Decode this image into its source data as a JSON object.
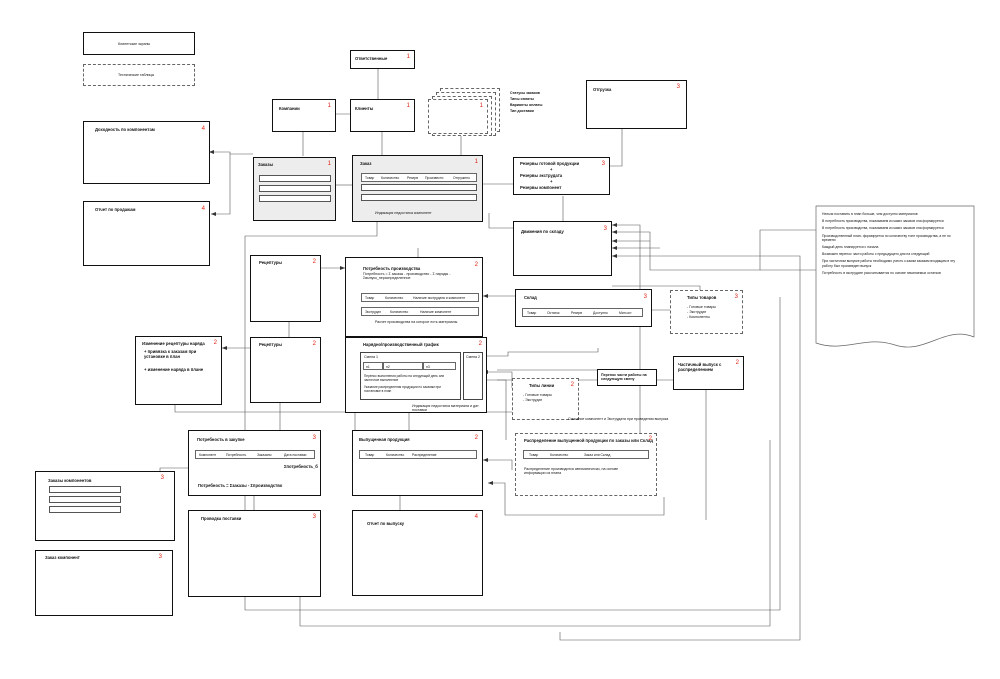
{
  "legend": {
    "main_screens": "Клиентские экраны",
    "tech_tables": "Технические таблицы"
  },
  "boxes": {
    "responsible": {
      "title": "Ответственные",
      "num": "1"
    },
    "companies": {
      "title": "Компании",
      "num": "1"
    },
    "clients": {
      "title": "Клиенты",
      "num": "1"
    },
    "lookups": {
      "num": "1",
      "items": [
        "Статусы заказов",
        "Типы оплаты",
        "Варианты оплаты",
        "Тип доставки"
      ]
    },
    "shipping": {
      "title": "Отгрузка",
      "num": "3"
    },
    "component_profit": {
      "title": "Доходность по компонентам",
      "num": "4"
    },
    "sales_report": {
      "title": "Отчет по продажам",
      "num": "4"
    },
    "orders": {
      "title": "Заказы",
      "num": "1"
    },
    "order": {
      "title": "Заказ",
      "num": "1",
      "cols": [
        "Товар",
        "Количество",
        "Резерв",
        "Произвести",
        "Отгружено"
      ],
      "footer": "Индикация недостатка компонент"
    },
    "reserves": {
      "num": "3",
      "items": [
        "Резервы готовой продукции",
        "+",
        "Резервы экструдата",
        "+",
        "Резервы компонент"
      ]
    },
    "stock_moves": {
      "title": "Движения по складу",
      "num": "3"
    },
    "recipes1": {
      "title": "Рецептуры",
      "num": "2"
    },
    "production_need": {
      "title": "Потребность производства",
      "num": "2",
      "subtitle": "Потребность = Σ заказы - производство - Σ наряды - Σвыпуск_нераспределенное",
      "row1": [
        "Товар",
        "Количество",
        "Наличие экструдата и компонент"
      ],
      "row2": [
        "Экструдат",
        "Количество",
        "Наличие компонент"
      ],
      "footer": "Расчет производства на которое есть материалы"
    },
    "stock": {
      "title": "Склад",
      "num": "3",
      "cols": [
        "Товар",
        "Остаток",
        "Резерв",
        "Доступно",
        "Мин.ост"
      ]
    },
    "goods_types_top": {
      "title": "Типы товаров",
      "num": "3",
      "items": [
        "- Готовые товары",
        "- Экструдат",
        "- Компоненты"
      ]
    },
    "recipe_change": {
      "title": "Изменение рецептуры наряда",
      "num": "2",
      "items": [
        "+ привязка к заказам при установке в план",
        "+ изменение наряда в плане"
      ]
    },
    "recipes2": {
      "title": "Рецептуры",
      "num": "2"
    },
    "work_schedule": {
      "title": "Нарядно/производственный график",
      "num": "2",
      "shift1": "Смена 1",
      "shift2": "Смена 2",
      "slots": [
        "н1",
        "н2",
        "н3"
      ],
      "text1": "Перенос выполнения работы на следующий день или частичное выполнение",
      "text2": "Указание распределения продукции по заказам при постановке в план",
      "bottom": "Индикация недостатка материала и дат поставки"
    },
    "line_types": {
      "title": "Типы линии",
      "num": "2",
      "items": [
        "- Готовые товары",
        "- Экструдат"
      ]
    },
    "transfer_next": {
      "title": "Перенос части работы на следующую смену"
    },
    "partial_release": {
      "title": "Частичный выпуск с распределением",
      "num": "2"
    },
    "writeoff_note": "Списание компонент и Экструдата при проведении выпуска",
    "purchase_need": {
      "title": "Потребность в закупке",
      "num": "3",
      "cols": [
        "Компонент",
        "Потребность",
        "Заказано",
        "Дата поставки"
      ],
      "extra": "Σпотребность_б",
      "footer": "Потребность = Σзаказы - Σпроизводство"
    },
    "released": {
      "title": "Выпущенная продукция",
      "num": "2",
      "cols": [
        "Товар",
        "Количество",
        "Распределение"
      ]
    },
    "distribution": {
      "title": "Распределение выпущенной продукции по заказы или Склад",
      "num": "2",
      "cols": [
        "Товар",
        "Количество",
        "Заказ или Склад"
      ],
      "text": "Распределение производится автоматически, на основе информации из плана"
    },
    "component_orders": {
      "title": "Заказы компонентов",
      "num": "3"
    },
    "deliveries": {
      "title": "Проводка поставки",
      "num": "3"
    },
    "release_report": {
      "title": "Отчет по выпуску",
      "num": "4"
    },
    "component_order": {
      "title": "Заказ компонент",
      "num": "3"
    }
  },
  "notes": [
    "Нельзя поставить в план больше, чем доступно материалов",
    "В потребность производства, показываем из каких заказов она формируется",
    "В потребность производства, показываем из каких заказов она формируется",
    "Производственный план- формируется по количеству тонн производства, а не по времени",
    "Каждый день планируется с начала",
    "Возможен перенос части работы с предыдущего дня на следующий",
    "При частичном выпуске работы необходимо учесть к каким заказам входящим в эту работу был произведен выпуск",
    "Потребность в экструдате рассчитывается по основе начинаемых остатков"
  ]
}
